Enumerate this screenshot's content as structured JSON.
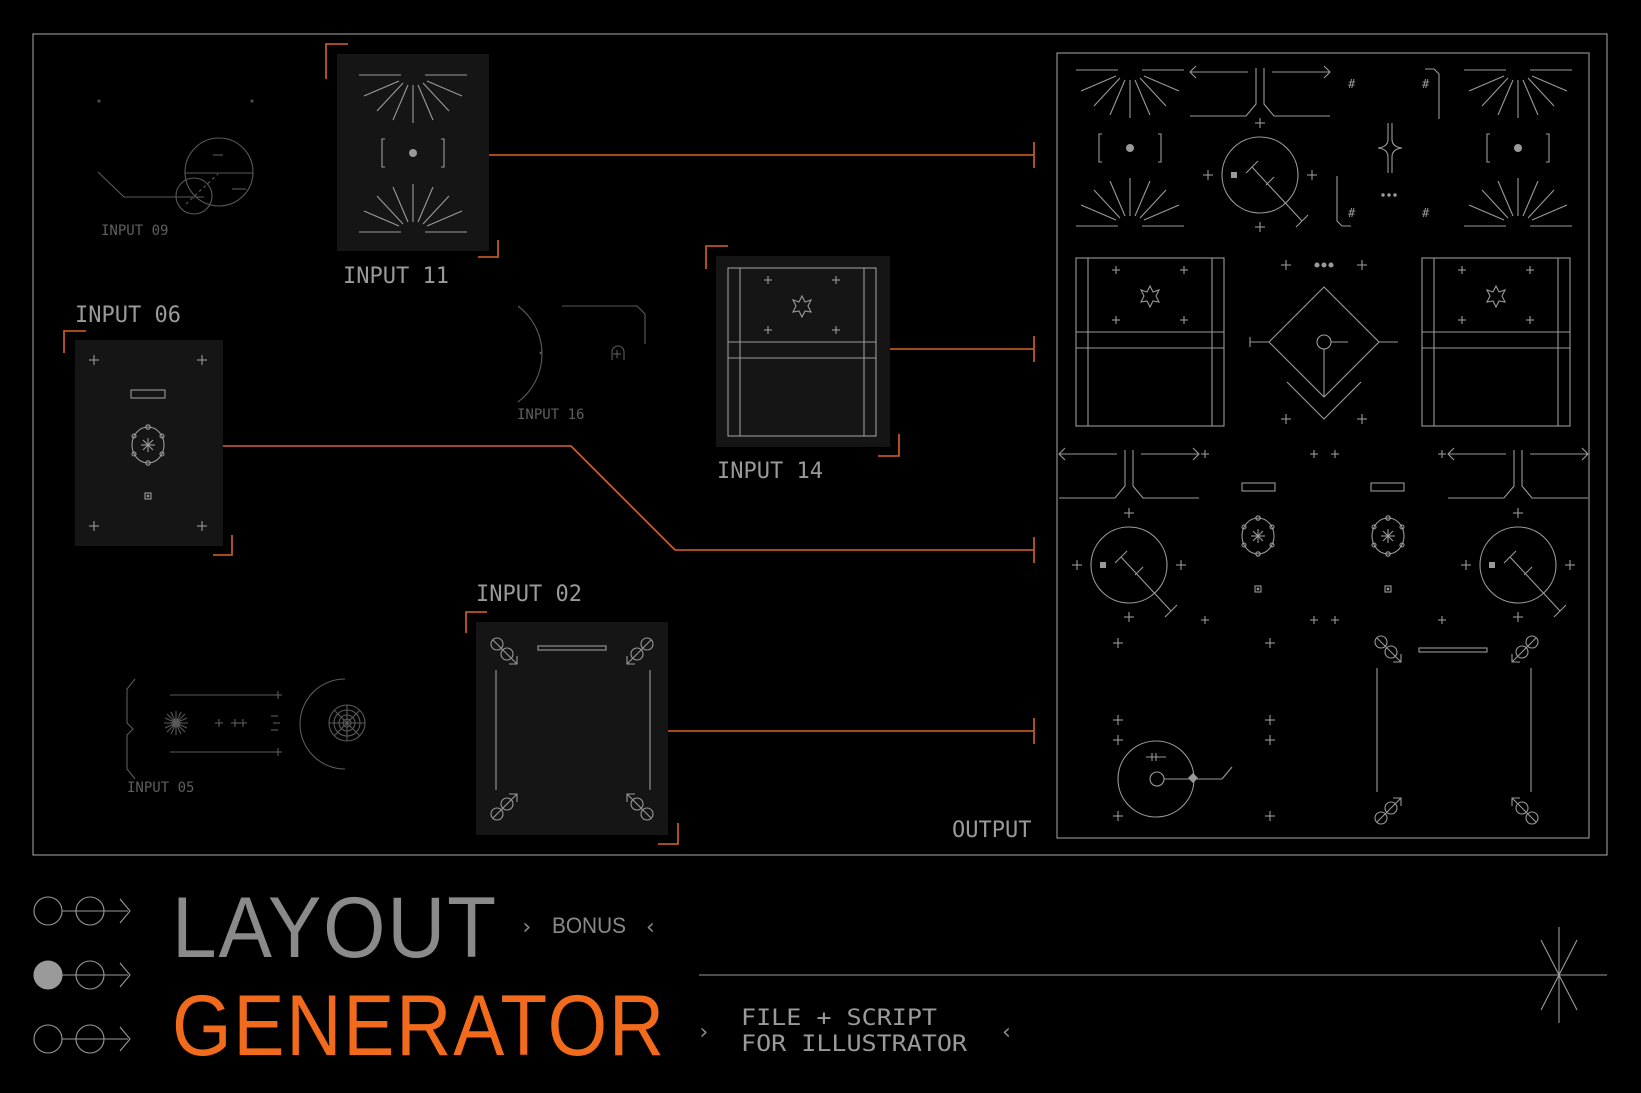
{
  "title": {
    "line1": "LAYOUT",
    "line2": "GENERATOR",
    "line1_color": "#8a8a8a",
    "line2_color": "#f26a1b"
  },
  "badges": {
    "bonus": "BONUS",
    "bonus_open": "›",
    "bonus_close": "‹",
    "subtitle_line1": "FILE + SCRIPT",
    "subtitle_line2": "FOR ILLUSTRATOR",
    "subtitle_open": "›",
    "subtitle_close": "‹"
  },
  "inputs": [
    {
      "id": "09",
      "label": "INPUT 09",
      "active": false
    },
    {
      "id": "11",
      "label": "INPUT 11",
      "active": true
    },
    {
      "id": "06",
      "label": "INPUT 06",
      "active": true
    },
    {
      "id": "16",
      "label": "INPUT 16",
      "active": false
    },
    {
      "id": "14",
      "label": "INPUT 14",
      "active": true
    },
    {
      "id": "02",
      "label": "INPUT 02",
      "active": true
    },
    {
      "id": "05",
      "label": "INPUT 05",
      "active": false
    }
  ],
  "output": {
    "label": "OUTPUT"
  },
  "icons": {
    "bullet_icons": [
      "circle-outline-arrow",
      "circle-filled-arrow",
      "circle-outline-arrow"
    ],
    "star_icon": "asterisk-star"
  },
  "colors": {
    "accent": "#f26a1b",
    "connector": "#d9622b",
    "line": "#8c8c8c",
    "card": "#151515",
    "background": "#000000"
  }
}
